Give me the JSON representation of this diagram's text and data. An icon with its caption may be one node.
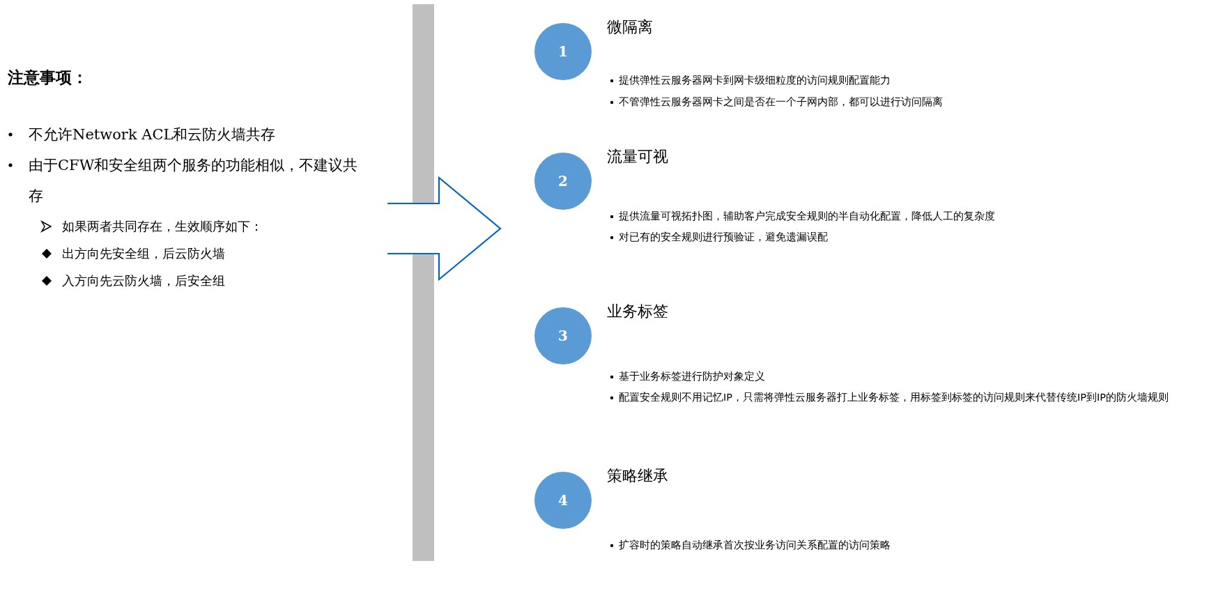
{
  "diagram": {
    "title": "注意事项：",
    "nodes": [
      {
        "text": [
          "1"
        ],
        "beside": [
          "微隔离",
          "提供弹性云服务器网卡到网卡级细粒度的访问规则配置能力",
          "不管弹性云服务器网卡之间是否在一个子网内部，都可以进行访问隔离"
        ]
      },
      {
        "text": [
          "2"
        ],
        "beside": [
          "流量可视",
          "提供流量可视拓扑图，辅助客户完成安全规则的半自动化配置，降低人工的复杂度",
          "对已有的安全规则进行预验证，避免遗漏误配"
        ]
      },
      {
        "text": [
          "3"
        ],
        "beside": [
          "业务标签",
          "基于业务标签进行防护对象定义",
          "配置安全规则不用记忆IP，只需将弹性云服务器打上业务标签，用标签到标签的访问规则来代替传统IP到IP的防火墙规则"
        ]
      },
      {
        "text": [
          "4"
        ],
        "beside": [
          "策略继承",
          "扩容时的策略自动继承首次按业务访问关系配置的访问策略"
        ]
      }
    ],
    "edges": [],
    "labels": [
      "不允许Network ACL和云防火墙共存",
      "由于CFW和安全组两个服务的功能相似，不建议共存",
      "如果两者共同存在，生效顺序如下：",
      "出方向先安全组，后云防火墙",
      "入方向先云防火墙，后安全组"
    ]
  }
}
